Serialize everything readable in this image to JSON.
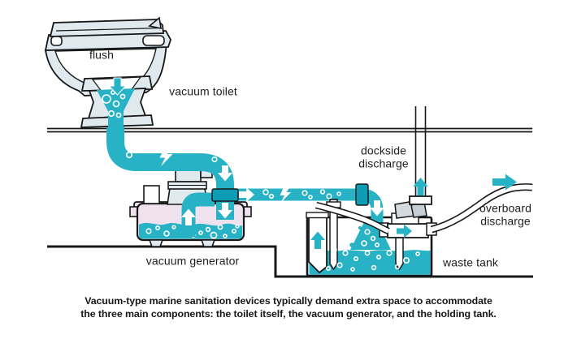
{
  "diagram": {
    "type": "technical-illustration",
    "subject": "vacuum-type marine sanitation system",
    "labels": {
      "flush": "flush",
      "vacuum_toilet": "vacuum toilet",
      "dockside_discharge_line1": "dockside",
      "dockside_discharge_line2": "discharge",
      "overboard_discharge_line1": "overboard",
      "overboard_discharge_line2": "discharge",
      "waste_tank": "waste tank",
      "vacuum_generator": "vacuum generator"
    },
    "caption": {
      "line1": "Vacuum-type marine sanitation devices typically demand extra space to accommodate",
      "line2": "the three main components: the toilet itself, the vacuum generator, and the holding tank."
    },
    "colors": {
      "pipe_teal": "#28b2c6",
      "flange_teal": "#0d9cb4",
      "fixture_body": "#dfe9ee",
      "generator_bowl": "#f0e1ee",
      "valve_gray": "#d4dade",
      "outline": "#16181a"
    },
    "icons": {
      "lightning": "⚡",
      "flow_arrow": "➔",
      "bubble": "○"
    }
  }
}
